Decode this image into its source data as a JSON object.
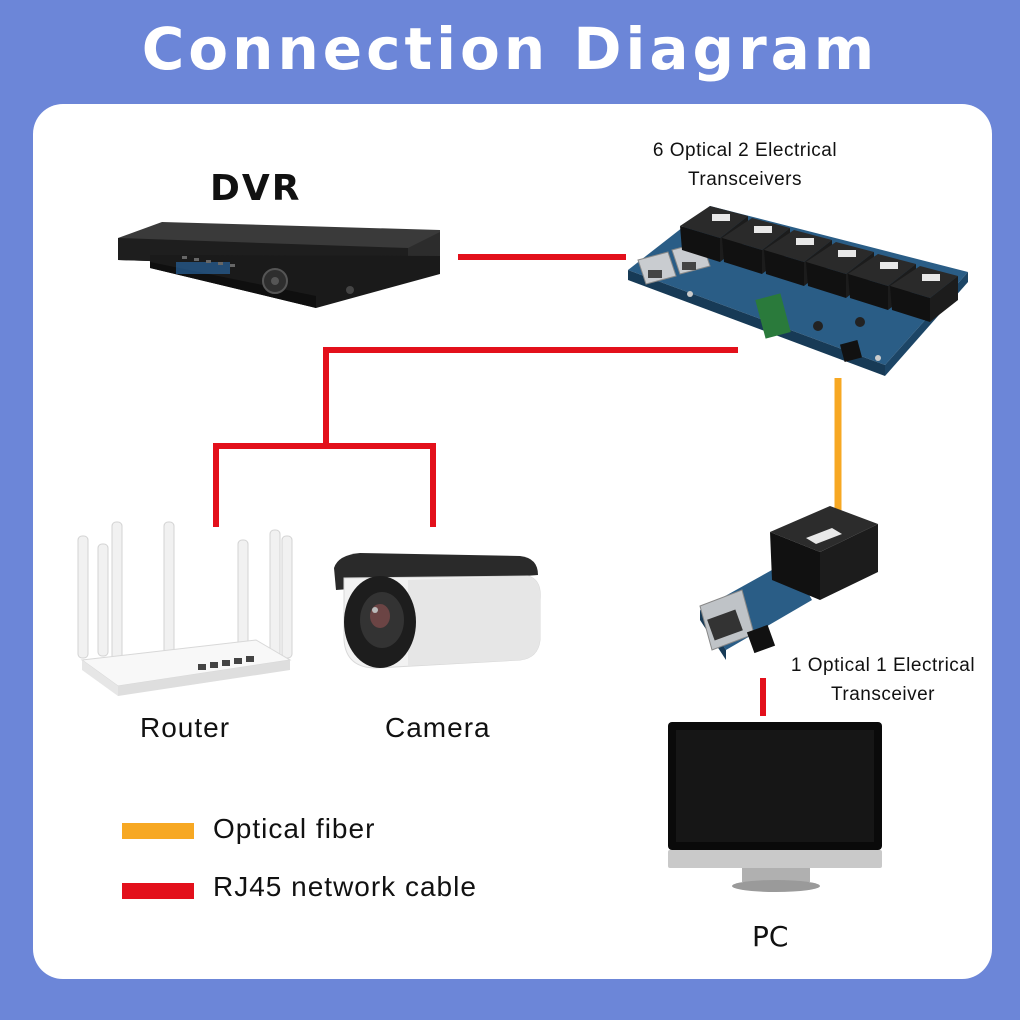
{
  "title": "Connection Diagram",
  "colors": {
    "background": "#6c86d8",
    "card": "#ffffff",
    "fiber": "#f7a823",
    "rj45": "#e3101b"
  },
  "nodes": {
    "dvr": {
      "label": "DVR",
      "icon": "dvr-recorder"
    },
    "six_transceiver": {
      "label_line1": "6 Optical 2 Electrical",
      "label_line2": "Transceivers",
      "icon": "multi-port-fiber-board"
    },
    "router": {
      "label": "Router",
      "icon": "wifi-router"
    },
    "camera": {
      "label": "Camera",
      "icon": "bullet-camera"
    },
    "one_transceiver": {
      "label_line1": "1 Optical 1 Electrical",
      "label_line2": "Transceiver",
      "icon": "single-fiber-converter"
    },
    "pc": {
      "label": "PC",
      "icon": "monitor"
    }
  },
  "connections": [
    {
      "from": "DVR",
      "to": "6 Optical 2 Electrical Transceivers",
      "type": "RJ45 network cable"
    },
    {
      "from": "6 Optical 2 Electrical Transceivers",
      "to": "Router",
      "type": "RJ45 network cable"
    },
    {
      "from": "6 Optical 2 Electrical Transceivers",
      "to": "Camera",
      "type": "RJ45 network cable"
    },
    {
      "from": "6 Optical 2 Electrical Transceivers",
      "to": "1 Optical 1 Electrical Transceiver",
      "type": "Optical fiber"
    },
    {
      "from": "1 Optical 1 Electrical Transceiver",
      "to": "PC",
      "type": "RJ45 network cable"
    }
  ],
  "legend": [
    {
      "label": "Optical fiber",
      "color": "#f7a823"
    },
    {
      "label": "RJ45 network cable",
      "color": "#e3101b"
    }
  ]
}
